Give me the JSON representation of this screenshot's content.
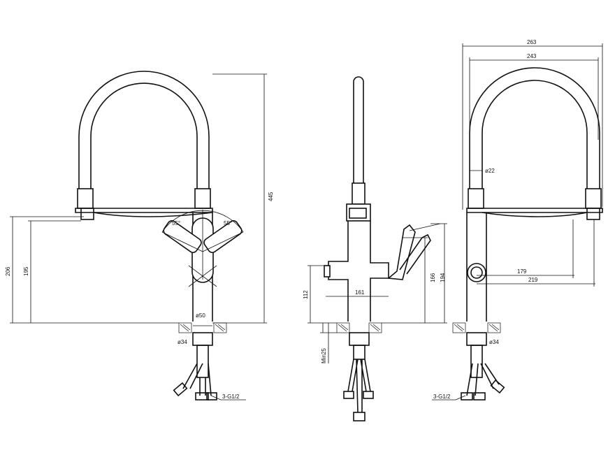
{
  "front_view": {
    "dim_total_height": "445",
    "dim_height_206": "206",
    "dim_height_195": "195",
    "angle_left": "55°",
    "angle_right": "55°",
    "dia_base": "ø50",
    "dia_hole": "ø34",
    "thread": "3-G1/2"
  },
  "side_view": {
    "dim_112": "112",
    "dim_161": "161",
    "dim_166": "166",
    "dim_194": "194",
    "min_deck": "Min25"
  },
  "right_view": {
    "dim_263": "263",
    "dim_243": "243",
    "dia_hose": "ø22",
    "dim_179": "179",
    "dim_219": "219",
    "dia_hole": "ø34",
    "thread": "3-G1/2"
  }
}
